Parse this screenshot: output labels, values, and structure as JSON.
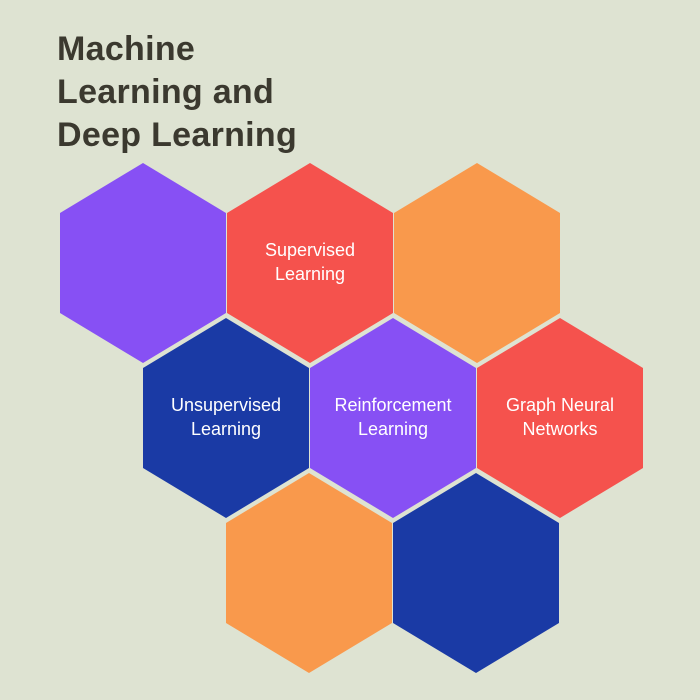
{
  "page": {
    "background_color": "#dee3d2",
    "title": {
      "text": "Machine Learning and Deep Learning",
      "lines": [
        "Machine",
        "Learning and",
        "Deep Learning"
      ],
      "color": "#3b392f"
    }
  },
  "palette": {
    "purple": "#8750f4",
    "red": "#f5524d",
    "orange": "#f9994c",
    "blue": "#1a3aa5",
    "label_text": "#ffffff"
  },
  "hexagons": [
    {
      "id": "hex-purple-blank",
      "label": "",
      "color": "#8750f4"
    },
    {
      "id": "hex-supervised-learning",
      "label": "Supervised Learning",
      "color": "#f5524d"
    },
    {
      "id": "hex-orange-blank",
      "label": "",
      "color": "#f9994c"
    },
    {
      "id": "hex-unsupervised-learning",
      "label": "Unsupervised Learning",
      "color": "#1a3aa5"
    },
    {
      "id": "hex-reinforcement-learning",
      "label": "Reinforcement Learning",
      "color": "#8750f4"
    },
    {
      "id": "hex-graph-neural-networks",
      "label": "Graph Neural Networks",
      "color": "#f5524d"
    },
    {
      "id": "hex-orange-blank-2",
      "label": "",
      "color": "#f9994c"
    },
    {
      "id": "hex-blue-blank",
      "label": "",
      "color": "#1a3aa5"
    }
  ]
}
